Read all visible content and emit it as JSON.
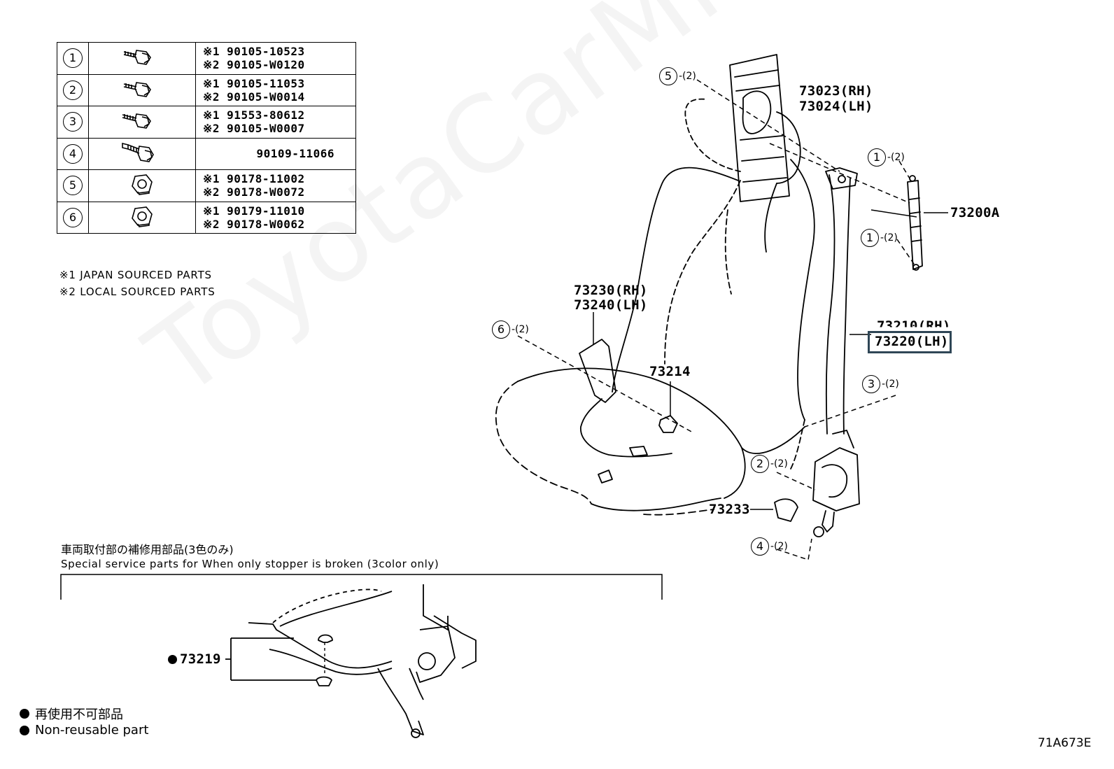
{
  "parts_table": [
    {
      "num": "1",
      "lines": [
        "※1 90105-10523",
        "※2 90105-W0120"
      ]
    },
    {
      "num": "2",
      "lines": [
        "※1 90105-11053",
        "※2 90105-W0014"
      ]
    },
    {
      "num": "3",
      "lines": [
        "※1 91553-80612",
        "※2 90105-W0007"
      ]
    },
    {
      "num": "4",
      "lines": [
        "90109-11066"
      ]
    },
    {
      "num": "5",
      "lines": [
        "※1 90178-11002",
        "※2 90178-W0072"
      ]
    },
    {
      "num": "6",
      "lines": [
        "※1 90179-11010",
        "※2 90178-W0062"
      ]
    }
  ],
  "notes": {
    "japan": "※1 JAPAN SOURCED PARTS",
    "local": "※2 LOCAL SOURCED PARTS"
  },
  "labels": {
    "p73023": "73023(RH)",
    "p73024": "73024(LH)",
    "p73200A": "73200A",
    "p73230": "73230(RH)",
    "p73240": "73240(LH)",
    "p73210": "73210(RH)",
    "p73220": "73220(LH)",
    "p73214": "73214",
    "p73233": "73233",
    "p73219": "73219"
  },
  "callouts": {
    "c5": {
      "num": "5",
      "qty": "-(2)"
    },
    "c1a": {
      "num": "1",
      "qty": "-(2)"
    },
    "c1b": {
      "num": "1",
      "qty": "-(2)"
    },
    "c6": {
      "num": "6",
      "qty": "-(2)"
    },
    "c3": {
      "num": "3",
      "qty": "-(2)"
    },
    "c2": {
      "num": "2",
      "qty": "-(2)"
    },
    "c4": {
      "num": "4",
      "qty": "-(2)"
    }
  },
  "special": {
    "jp": "車両取付部の補修用部品(3色のみ)",
    "en": "Special service parts for When only stopper is broken (3color only)"
  },
  "legend": {
    "jp": "再使用不可部品",
    "en": "Non-reusable part"
  },
  "diagram_code": "71A673E",
  "watermark": "ToyotaCarMine.ru"
}
